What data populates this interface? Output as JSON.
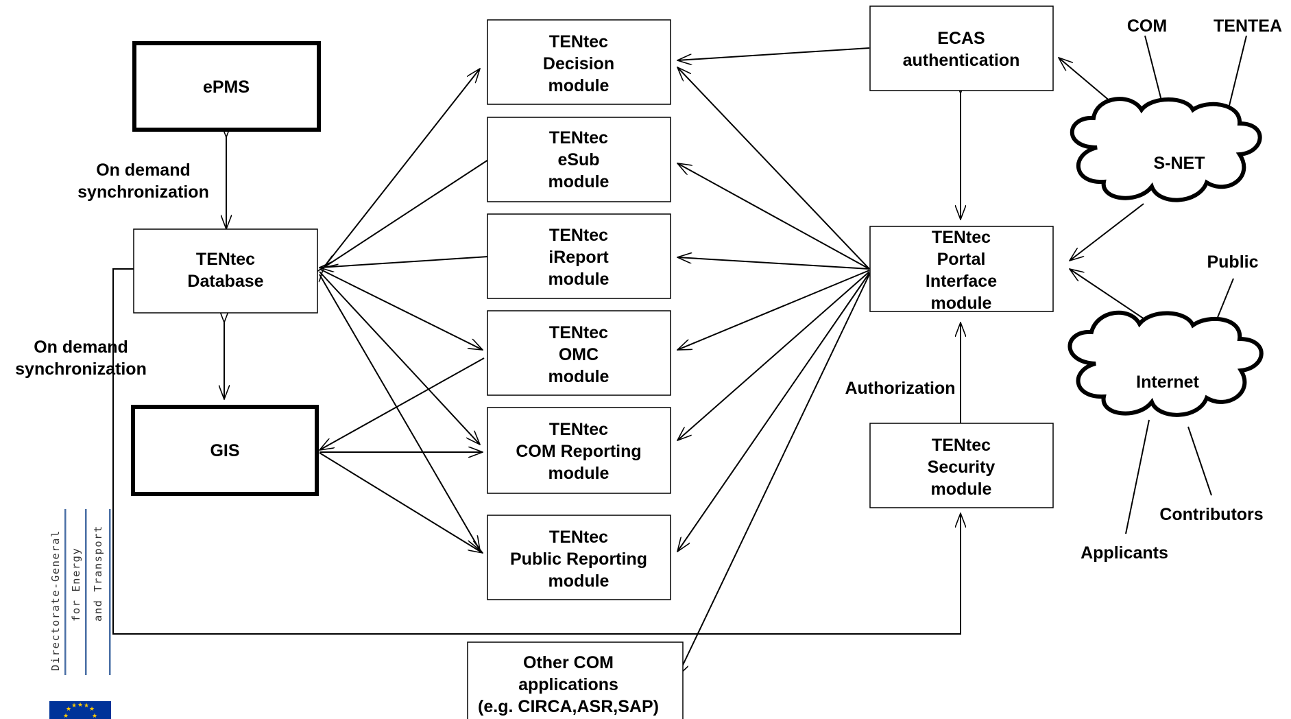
{
  "boxes": {
    "epms": {
      "lines": [
        "ePMS"
      ]
    },
    "database": {
      "lines": [
        "TENtec",
        "Database"
      ]
    },
    "gis": {
      "lines": [
        "GIS"
      ]
    },
    "decision": {
      "lines": [
        "TENtec",
        "Decision",
        "module"
      ]
    },
    "esub": {
      "lines": [
        "TENtec",
        "eSub",
        "module"
      ]
    },
    "ireport": {
      "lines": [
        "TENtec",
        "iReport",
        "module"
      ]
    },
    "omc": {
      "lines": [
        "TENtec",
        "OMC",
        "module"
      ]
    },
    "com_reporting": {
      "lines": [
        "TENtec",
        "COM Reporting",
        "module"
      ]
    },
    "public_reporting": {
      "lines": [
        "TENtec",
        "Public Reporting",
        "module"
      ]
    },
    "other_com": {
      "lines": [
        "Other COM",
        "applications",
        "(e.g. CIRCA,ASR,SAP)"
      ]
    },
    "ecas": {
      "lines": [
        "ECAS",
        "authentication"
      ]
    },
    "portal": {
      "lines": [
        "TENtec",
        "Portal",
        "Interface",
        "module"
      ]
    },
    "security": {
      "lines": [
        "TENtec",
        "Security",
        "module"
      ]
    }
  },
  "clouds": {
    "snet": "S-NET",
    "internet": "Internet"
  },
  "labels": {
    "sync_top": [
      "On demand",
      "synchronization"
    ],
    "sync_bottom": [
      "On demand",
      "synchronization"
    ],
    "authorization": "Authorization",
    "com": "COM",
    "tentea": "TENTEA",
    "public": "Public",
    "contributors": "Contributors",
    "applicants": "Applicants"
  },
  "logo": {
    "lines": [
      "Directorate-General",
      "for Energy",
      "and Transport"
    ],
    "flag_color": "#003399",
    "star_color": "#FFCC00",
    "bar_color": "#4a6fa5"
  }
}
